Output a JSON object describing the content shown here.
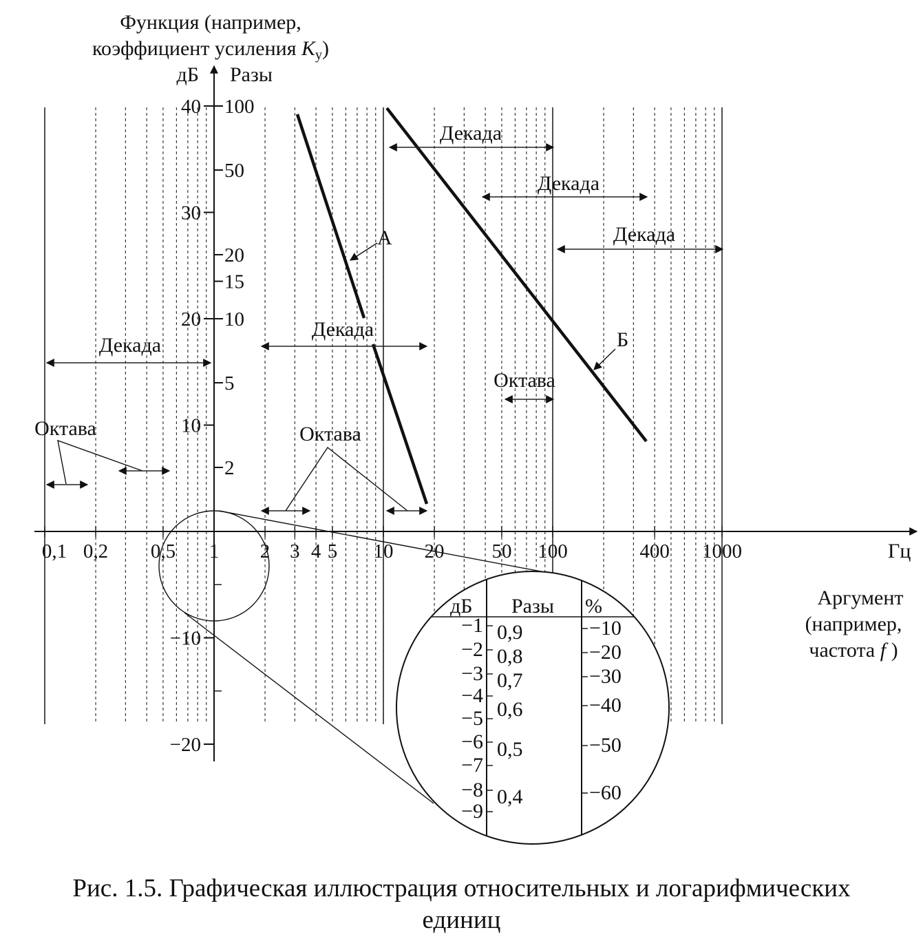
{
  "y_axis": {
    "title_line1": "Функция (например,",
    "title_line2_prefix": "коэффициент усиления ",
    "title_symbol": "K",
    "title_subscript": "у",
    "title_close": ")",
    "db_unit": "дБ",
    "times_unit": "Разы",
    "db_ticks": [
      "40",
      "30",
      "20",
      "10",
      "-10",
      "-20"
    ],
    "times_ticks": [
      "100",
      "50",
      "20",
      "15",
      "10",
      "5",
      "2"
    ]
  },
  "x_axis": {
    "ticks": [
      "0,1",
      "0,2",
      "0,5",
      "1",
      "2",
      "3",
      "4",
      "5",
      "10",
      "20",
      "50",
      "100",
      "400",
      "1000"
    ],
    "unit": "Гц",
    "title_line1": "Аргумент",
    "title_line2": "(например,",
    "title_line3_prefix": "частота ",
    "title_symbol": "f",
    "title_close": " )"
  },
  "annotations": {
    "decade": "Декада",
    "octave": "Октава",
    "line_a": "А",
    "line_b": "Б"
  },
  "inset": {
    "headers": [
      "дБ",
      "Разы",
      "%"
    ],
    "db": [
      "−1",
      "−2",
      "−3",
      "−4",
      "−5",
      "−6",
      "−7",
      "−8",
      "−9"
    ],
    "times": [
      "0,9",
      "0,8",
      "0,7",
      "0,6",
      "0,5",
      "0,4"
    ],
    "percent": [
      "−10",
      "−20",
      "−30",
      "−40",
      "−50",
      "−60"
    ]
  },
  "caption": {
    "line1": "Рис. 1.5. Графическая иллюстрация относительных и логарифмических",
    "line2": "единиц"
  }
}
